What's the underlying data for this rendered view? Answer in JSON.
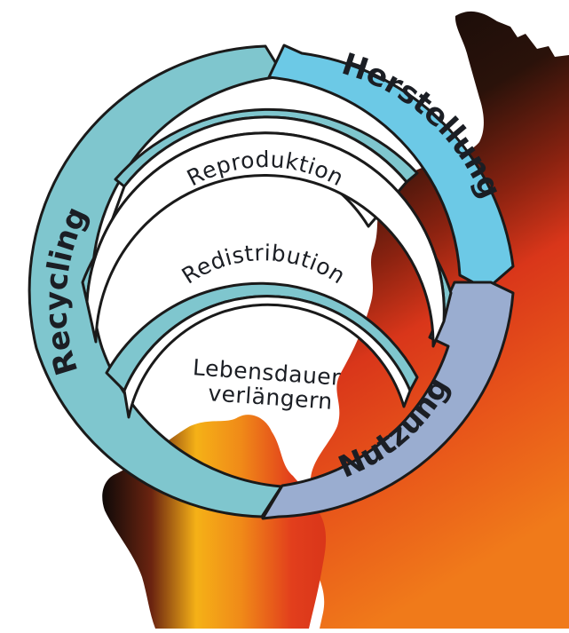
{
  "diagram": {
    "stages": {
      "herstellung": "Herstellung",
      "nutzung": "Nutzung",
      "recycling": "Recycling"
    },
    "inner_loops": {
      "reproduktion": "Reproduktion",
      "redistribution": "Redistribution",
      "lebensdauer_line1": "Lebensdauer",
      "lebensdauer_line2": "verlängern"
    },
    "colors": {
      "herstellung": "#6cc9e6",
      "nutzung": "#9aadd0",
      "recycling": "#7fc6ce",
      "outline": "#1a1a1a",
      "background_dark": "#17100c",
      "background_red": "#d9361a",
      "background_orange": "#ef7518",
      "background_yellow": "#f6aa16"
    }
  }
}
